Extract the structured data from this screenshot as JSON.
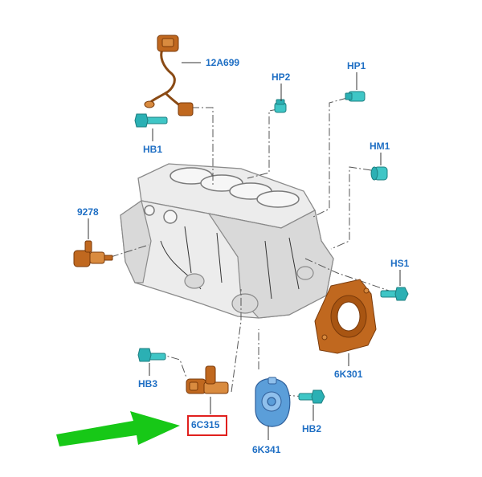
{
  "colors": {
    "label": "#1f6fc4",
    "highlight_box": "#e0201e",
    "arrow": "#17c817",
    "part_orange": "#c0681f",
    "part_teal": "#3fc6c6",
    "part_blue": "#5b9ed9"
  },
  "labels": {
    "p12a699": "12A699",
    "hp2": "HP2",
    "hp1": "HP1",
    "hb1": "HB1",
    "hm1": "HM1",
    "p9278": "9278",
    "hs1": "HS1",
    "hb3": "HB3",
    "p6k301": "6K301",
    "p6c315": "6C315",
    "hb2": "HB2",
    "p6k341": "6K341"
  },
  "highlighted_part": "6C315"
}
